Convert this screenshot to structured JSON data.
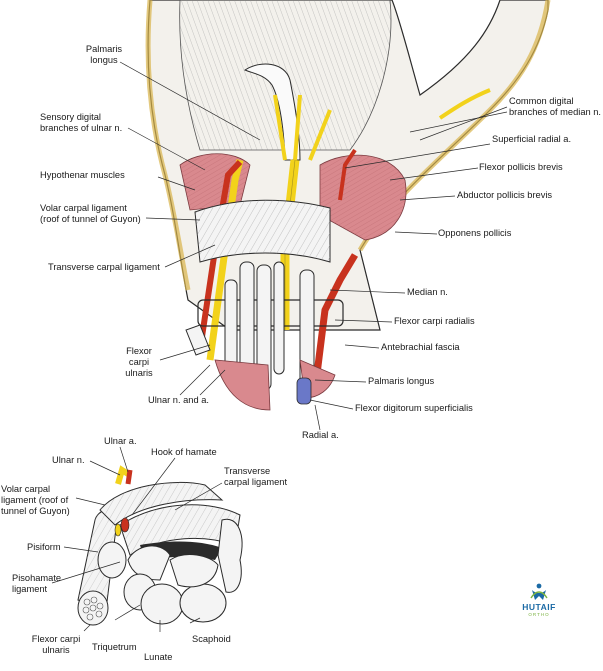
{
  "labels": {
    "palmaris_longus_top": [
      "Palmaris",
      "longus"
    ],
    "sensory_digital": [
      "Sensory digital",
      "branches of ulnar n."
    ],
    "hypothenar": [
      "Hypothenar muscles"
    ],
    "volar_carpal_top": [
      "Volar carpal ligament",
      "(roof of tunnel of Guyon)"
    ],
    "transverse_carpal_top": [
      "Transverse carpal ligament"
    ],
    "flexor_carpi_ulnaris_top": [
      "Flexor",
      "carpi",
      "ulnaris"
    ],
    "ulnar_n_and_a": [
      "Ulnar n. and a."
    ],
    "common_digital": [
      "Common digital",
      "branches of median n."
    ],
    "superficial_radial": [
      "Superficial radial a."
    ],
    "flexor_pollicis_brevis": [
      "Flexor pollicis brevis"
    ],
    "abductor_pollicis_brevis": [
      "Abductor pollicis brevis"
    ],
    "opponens_pollicis": [
      "Opponens pollicis"
    ],
    "median_n": [
      "Median n."
    ],
    "flexor_carpi_radialis": [
      "Flexor carpi radialis"
    ],
    "antebrachial_fascia": [
      "Antebrachial fascia"
    ],
    "palmaris_longus_bottom": [
      "Palmaris longus"
    ],
    "flexor_digitorum_superficialis": [
      "Flexor digitorum superficialis"
    ],
    "radial_a": [
      "Radial a."
    ],
    "ulnar_a": [
      "Ulnar a."
    ],
    "hook_of_hamate": [
      "Hook of hamate"
    ],
    "ulnar_n": [
      "Ulnar n."
    ],
    "transverse_carpal_bottom": [
      "Transverse",
      "carpal ligament"
    ],
    "volar_carpal_bottom": [
      "Volar carpal",
      "ligament (roof of",
      "tunnel of Guyon)"
    ],
    "pisiform": [
      "Pisiform"
    ],
    "pisohamate": [
      "Pisohamate",
      "ligament"
    ],
    "flexor_carpi_ulnaris_bottom": [
      "Flexor carpi",
      "ulnaris"
    ],
    "triquetrum": [
      "Triquetrum"
    ],
    "lunate": [
      "Lunate"
    ],
    "scaphoid": [
      "Scaphoid"
    ]
  },
  "logo": {
    "text": "HUTAIF",
    "subtext": "ORTHO"
  },
  "colors": {
    "outline": "#2b2b2b",
    "skin_edge": "#d9b34a",
    "muscle": "#d9898e",
    "muscle_dark": "#b85c64",
    "artery": "#c8321e",
    "nerve": "#f2d21b",
    "vein": "#6a78c8",
    "tendon": "#f4f4f4",
    "shadow": "#bdbdbd",
    "logo_blue": "#1b6aa5",
    "logo_green": "#7cb342"
  }
}
